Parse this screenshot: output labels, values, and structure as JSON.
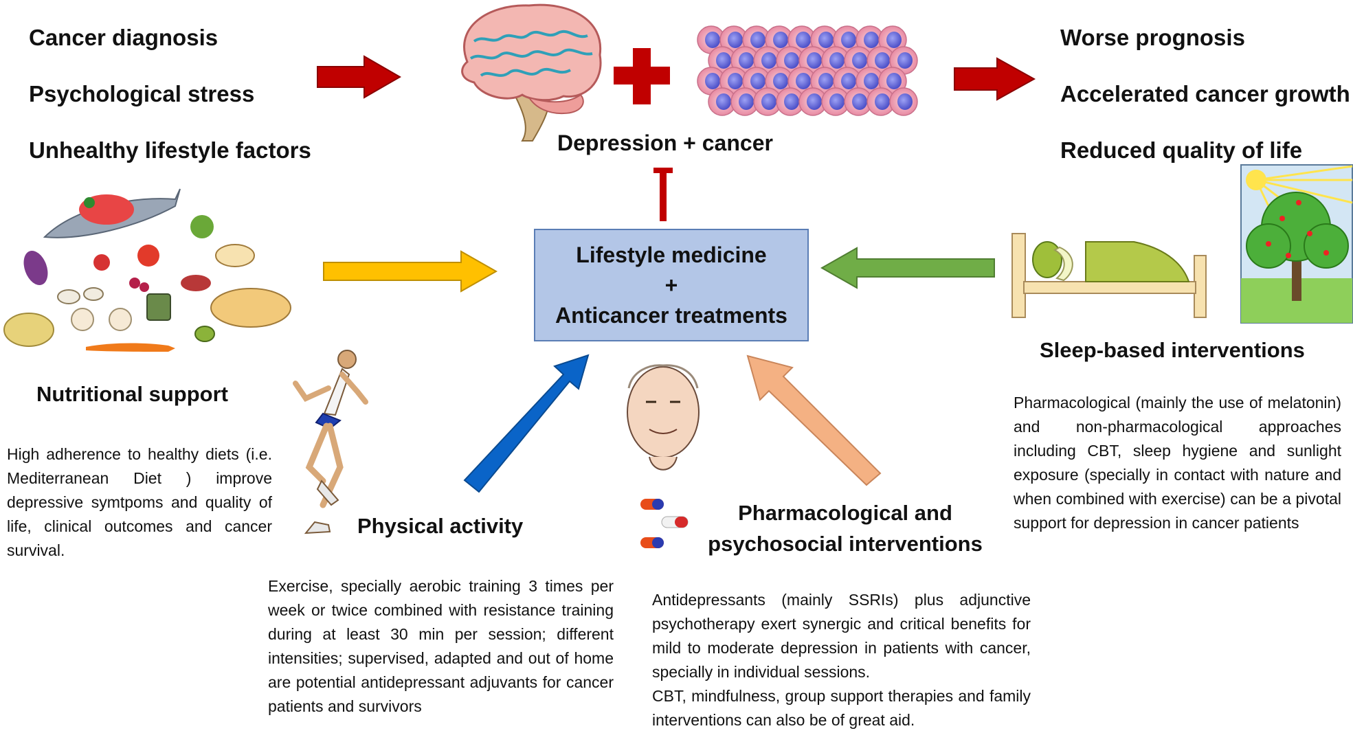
{
  "causes": [
    "Cancer diagnosis",
    "Psychological stress",
    "Unhealthy lifestyle factors"
  ],
  "outcomes": [
    "Worse prognosis",
    "Accelerated cancer growth",
    "Reduced quality of life"
  ],
  "middle_label": "Depression + cancer",
  "center": {
    "line1": "Lifestyle medicine",
    "line2": "+",
    "line3": "Anticancer treatments"
  },
  "nutrition": {
    "title": "Nutritional support",
    "text": "High adherence to healthy diets (i.e. Mediterranean Diet ) improve depressive symtpoms and quality of life, clinical outcomes and cancer survival."
  },
  "physical": {
    "title": "Physical activity",
    "text": "Exercise, specially aerobic training 3 times per week or twice combined with resistance training during at least 30 min per session; different intensities; supervised, adapted and out of home are potential antidepressant adjuvants for cancer patients and survivors"
  },
  "pharma": {
    "title_line1": "Pharmacological and",
    "title_line2": "psychosocial interventions",
    "text1": "Antidepressants (mainly SSRIs) plus adjunctive psychotherapy exert synergic and critical benefits for mild to moderate depression in patients with cancer, specially in individual sessions.",
    "text2": "CBT, mindfulness, group support therapies and family interventions can also be of great aid."
  },
  "sleep": {
    "title": "Sleep-based interventions",
    "text": "Pharmacological (mainly the use of melatonin) and non-pharmacological approaches including CBT, sleep hygiene and sunlight exposure (specially in contact with nature and when combined with exercise) can be a pivotal support for depression in cancer patients"
  },
  "colors": {
    "red_arrow": "#c00000",
    "yellow_arrow": "#ffc000",
    "green_arrow": "#70ad47",
    "blue_arrow": "#0a64c8",
    "orange_arrow": "#f4b183",
    "center_fill": "#b3c6e7",
    "cell": "#f4b8c8",
    "nucleus": "#6a6ee0"
  },
  "icons": [
    "brain-icon",
    "cancer-cells-icon",
    "plus-icon",
    "food-icon",
    "runner-icon",
    "elderly-face-icon",
    "pills-icon",
    "bed-icon",
    "tree-sun-icon"
  ]
}
